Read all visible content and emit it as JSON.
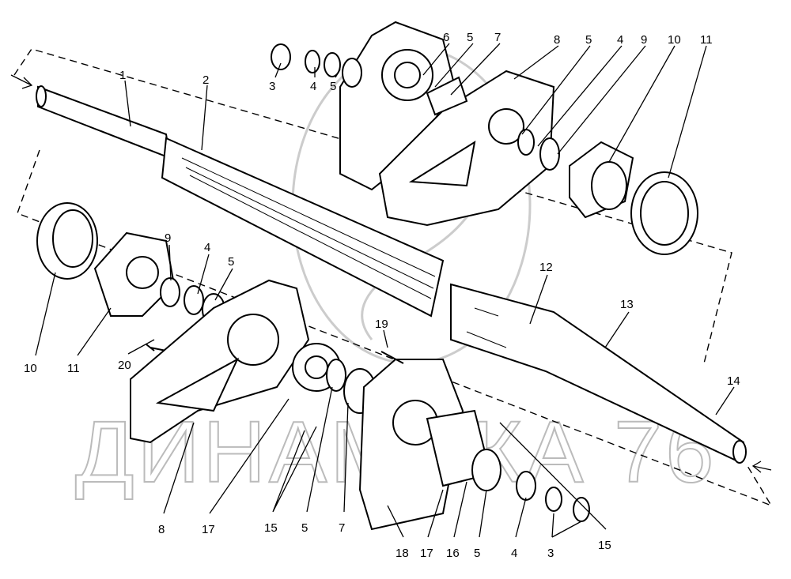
{
  "watermark": "ДИНАМИКА 76",
  "labels": [
    "1",
    "2",
    "3",
    "4",
    "5",
    "6",
    "5",
    "7",
    "8",
    "5",
    "4",
    "9",
    "10",
    "11",
    "9",
    "4",
    "5",
    "10",
    "11",
    "20",
    "12",
    "13",
    "19",
    "14",
    "8",
    "17",
    "15",
    "5",
    "7",
    "18",
    "17",
    "16",
    "5",
    "4",
    "3",
    "15"
  ]
}
